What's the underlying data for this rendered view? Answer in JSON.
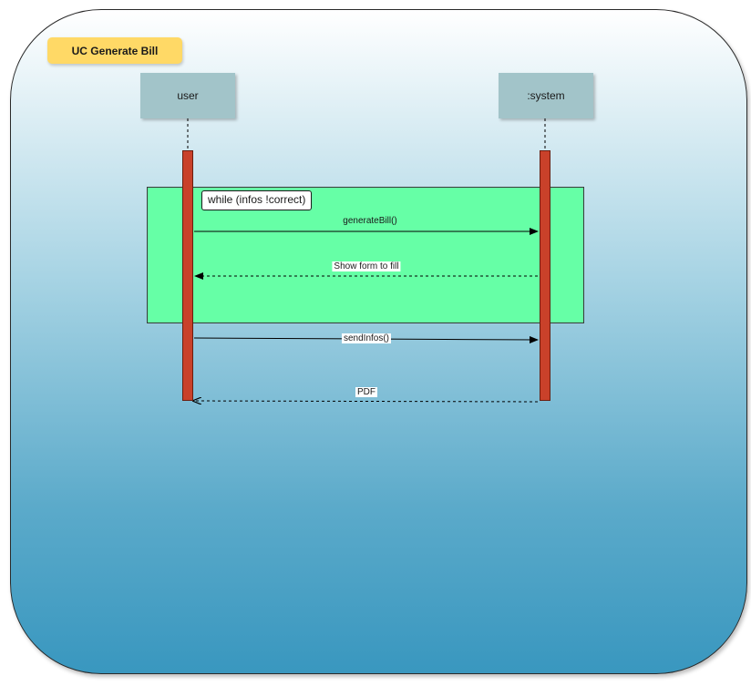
{
  "diagram": {
    "title": "UC Generate Bill",
    "lifelines": [
      {
        "name": "user"
      },
      {
        "name": ":system"
      }
    ],
    "loop": {
      "label": "while (infos !correct)"
    },
    "messages": [
      {
        "label": "generateBill()",
        "kind": "sync"
      },
      {
        "label": "Show form to fill",
        "kind": "return"
      },
      {
        "label": "sendInfos()",
        "kind": "sync"
      },
      {
        "label": "PDF",
        "kind": "return"
      }
    ],
    "colors": {
      "title_badge": "#ffd966",
      "lifeline_head": "#a2c4c9",
      "loop_fill": "#66ffa6",
      "activation": "#c9412a",
      "frame_gradient_top": "#ffffff",
      "frame_gradient_bottom": "#3997bf"
    }
  }
}
